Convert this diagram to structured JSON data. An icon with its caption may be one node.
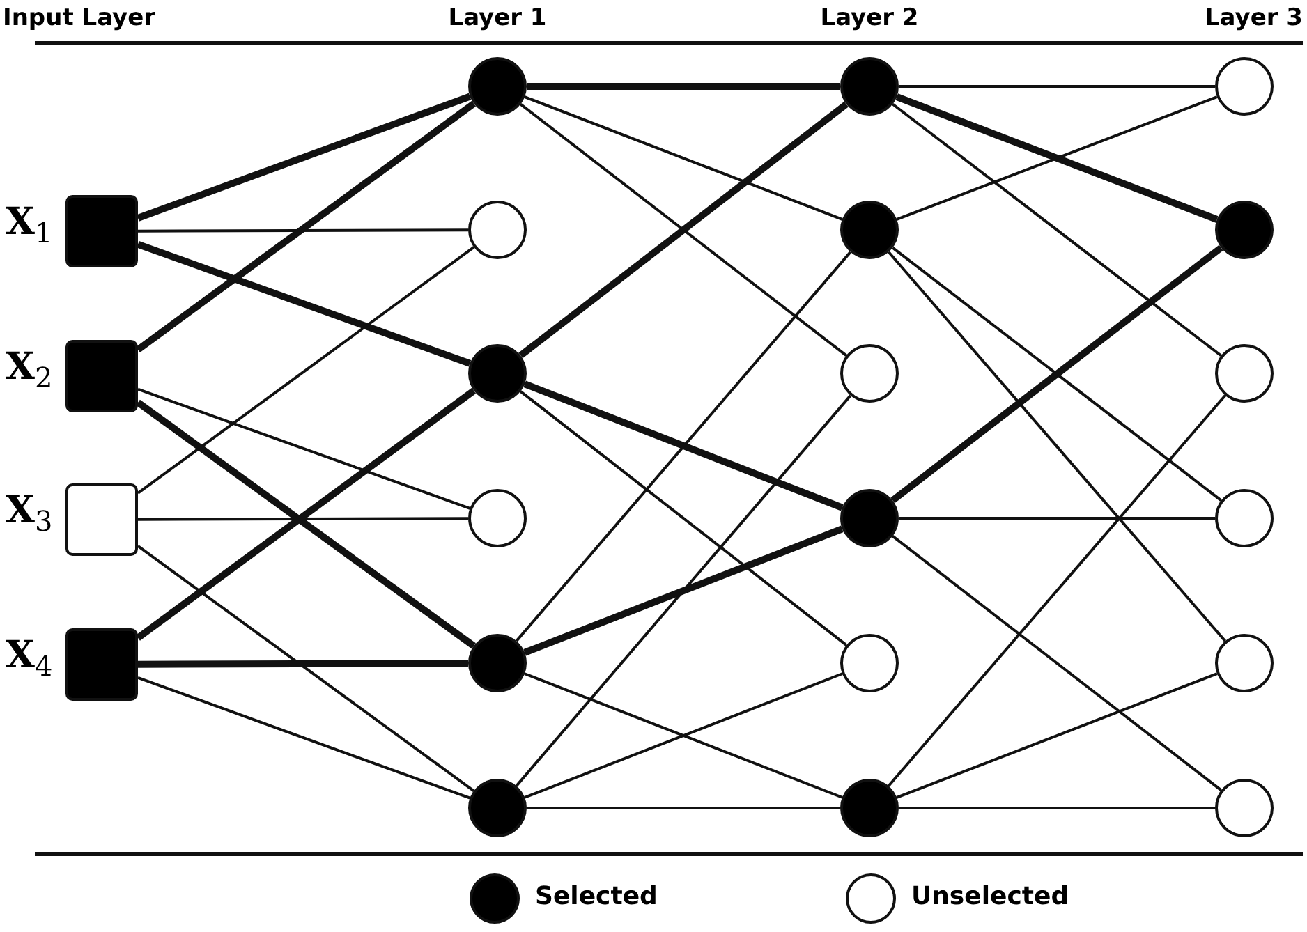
{
  "diagram": {
    "nodes": [
      {
        "text": [],
        "shape": "block",
        "beside": [
          "X$_{1}$"
        ]
      },
      {
        "text": [],
        "shape": "block",
        "beside": [
          "X$_{2}$"
        ]
      },
      {
        "text": [],
        "shape": "box",
        "beside": [
          "X$_{3}$"
        ]
      },
      {
        "text": [],
        "shape": "block",
        "beside": [
          "X$_{4}$"
        ]
      },
      {
        "text": [],
        "shape": "disc"
      },
      {
        "text": [],
        "shape": "circle"
      },
      {
        "text": [],
        "shape": "disc"
      },
      {
        "text": [],
        "shape": "circle"
      },
      {
        "text": [],
        "shape": "disc"
      },
      {
        "text": [],
        "shape": "disc"
      },
      {
        "text": [],
        "shape": "disc"
      },
      {
        "text": [],
        "shape": "disc"
      },
      {
        "text": [],
        "shape": "circle"
      },
      {
        "text": [],
        "shape": "disc"
      },
      {
        "text": [],
        "shape": "circle"
      },
      {
        "text": [],
        "shape": "disc"
      },
      {
        "text": [],
        "shape": "circle"
      },
      {
        "text": [],
        "shape": "disc"
      },
      {
        "text": [],
        "shape": "circle"
      },
      {
        "text": [],
        "shape": "circle"
      },
      {
        "text": [],
        "shape": "circle"
      },
      {
        "text": [],
        "shape": "circle"
      }
    ],
    "edges": [
      {
        "from": 0,
        "to": 4,
        "arrow": "none",
        "style": "thick"
      },
      {
        "from": 0,
        "to": 5,
        "arrow": "none"
      },
      {
        "from": 0,
        "to": 6,
        "arrow": "none",
        "style": "thick"
      },
      {
        "from": 1,
        "to": 4,
        "arrow": "none",
        "style": "thick"
      },
      {
        "from": 1,
        "to": 7,
        "arrow": "none"
      },
      {
        "from": 1,
        "to": 8,
        "arrow": "none",
        "style": "thick"
      },
      {
        "from": 2,
        "to": 5,
        "arrow": "none"
      },
      {
        "from": 2,
        "to": 7,
        "arrow": "none"
      },
      {
        "from": 2,
        "to": 9,
        "arrow": "none"
      },
      {
        "from": 3,
        "to": 6,
        "arrow": "none",
        "style": "thick"
      },
      {
        "from": 3,
        "to": 8,
        "arrow": "none",
        "style": "thick"
      },
      {
        "from": 3,
        "to": 9,
        "arrow": "none"
      },
      {
        "from": 4,
        "to": 10,
        "arrow": "none",
        "style": "thick"
      },
      {
        "from": 4,
        "to": 11,
        "arrow": "none"
      },
      {
        "from": 4,
        "to": 12,
        "arrow": "none"
      },
      {
        "from": 6,
        "to": 10,
        "arrow": "none",
        "style": "thick"
      },
      {
        "from": 6,
        "to": 13,
        "arrow": "none",
        "style": "thick"
      },
      {
        "from": 6,
        "to": 14,
        "arrow": "none"
      },
      {
        "from": 8,
        "to": 11,
        "arrow": "none"
      },
      {
        "from": 8,
        "to": 13,
        "arrow": "none",
        "style": "thick"
      },
      {
        "from": 8,
        "to": 15,
        "arrow": "none"
      },
      {
        "from": 9,
        "to": 12,
        "arrow": "none"
      },
      {
        "from": 9,
        "to": 14,
        "arrow": "none"
      },
      {
        "from": 9,
        "to": 15,
        "arrow": "none"
      },
      {
        "from": 10,
        "to": 16,
        "arrow": "none"
      },
      {
        "from": 10,
        "to": 17,
        "arrow": "none",
        "style": "thick"
      },
      {
        "from": 10,
        "to": 18,
        "arrow": "none"
      },
      {
        "from": 11,
        "to": 16,
        "arrow": "none"
      },
      {
        "from": 11,
        "to": 19,
        "arrow": "none"
      },
      {
        "from": 11,
        "to": 20,
        "arrow": "none"
      },
      {
        "from": 13,
        "to": 17,
        "arrow": "none",
        "style": "thick"
      },
      {
        "from": 13,
        "to": 19,
        "arrow": "none"
      },
      {
        "from": 13,
        "to": 21,
        "arrow": "none"
      },
      {
        "from": 15,
        "to": 18,
        "arrow": "none"
      },
      {
        "from": 15,
        "to": 20,
        "arrow": "none"
      },
      {
        "from": 15,
        "to": 21,
        "arrow": "none"
      }
    ],
    "labels": [
      "Input Layer",
      "Layer 1",
      "Layer 2",
      "Layer 3"
    ],
    "legend": [
      {
        "text": "Selected",
        "color": "#000000"
      },
      {
        "text": "Unselected",
        "color": "#ffffff"
      }
    ]
  }
}
